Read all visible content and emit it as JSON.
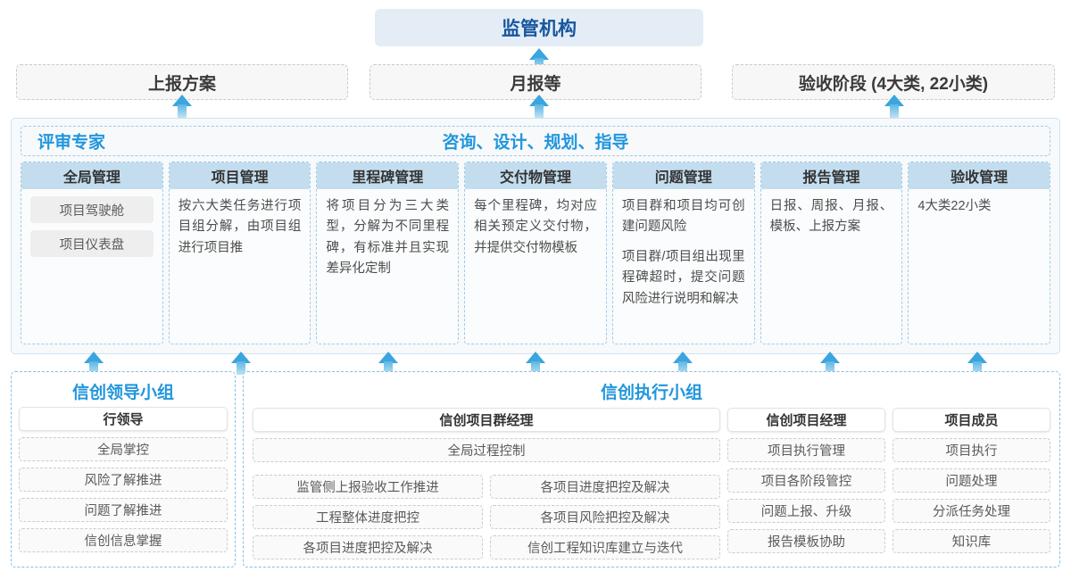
{
  "top": {
    "regulator": "监管机构",
    "report_boxes": [
      "上报方案",
      "月报等",
      "验收阶段 (4大类, 22小类)"
    ]
  },
  "middle": {
    "left_title": "评审专家",
    "center_title": "咨询、设计、规划、指导",
    "columns": [
      {
        "head": "全局管理",
        "pills": [
          "项目驾驶舱",
          "项目仪表盘"
        ],
        "paragraphs": []
      },
      {
        "head": "项目管理",
        "pills": [],
        "paragraphs": [
          "按六大类任务进行项目组分解，由项目组进行项目推"
        ]
      },
      {
        "head": "里程碑管理",
        "pills": [],
        "paragraphs": [
          "将项目分为三大类型，分解为不同里程碑，有标准并且实现差异化定制"
        ]
      },
      {
        "head": "交付物管理",
        "pills": [],
        "paragraphs": [
          "每个里程碑，均对应相关预定义交付物，并提供交付物模板"
        ]
      },
      {
        "head": "问题管理",
        "pills": [],
        "paragraphs": [
          "项目群和项目均可创建问题风险",
          "项目群/项目组出现里程碑超时，提交问题风险进行说明和解决"
        ]
      },
      {
        "head": "报告管理",
        "pills": [],
        "paragraphs": [
          "日报、周报、月报、模板、上报方案"
        ]
      },
      {
        "head": "验收管理",
        "pills": [],
        "paragraphs": [
          "4大类22小类"
        ]
      }
    ]
  },
  "bottom": {
    "lead_group": {
      "title": "信创领导小组",
      "role": "行领导",
      "tasks": [
        "全局掌控",
        "风险了解推进",
        "问题了解推进",
        "信创信息掌握"
      ]
    },
    "exec_group": {
      "title": "信创执行小组",
      "program_manager": {
        "role": "信创项目群经理",
        "full_width_task": "全局过程控制",
        "left_tasks": [
          "监管侧上报验收工作推进",
          "工程整体进度把控",
          "各项目进度把控及解决"
        ],
        "right_tasks": [
          "各项目进度把控及解决",
          "各项目风险把控及解决",
          "信创工程知识库建立与迭代"
        ]
      },
      "project_manager": {
        "role": "信创项目经理",
        "tasks": [
          "项目执行管理",
          "项目各阶段管控",
          "问题上报、升级",
          "报告模板协助"
        ]
      },
      "project_member": {
        "role": "项目成员",
        "tasks": [
          "项目执行",
          "问题处理",
          "分派任务处理",
          "知识库"
        ]
      }
    }
  },
  "colors": {
    "accent_blue": "#2196dd",
    "deep_blue": "#17569f",
    "header_fill": "#c3ddee",
    "regulator_fill": "#e4edf6",
    "arrow_top": "#3aa5de",
    "arrow_bottom": "#bfe2f4"
  },
  "arrows": {
    "icon": "arrow-up-icon",
    "top_row_count": 3,
    "bottom_row_count": 7
  }
}
